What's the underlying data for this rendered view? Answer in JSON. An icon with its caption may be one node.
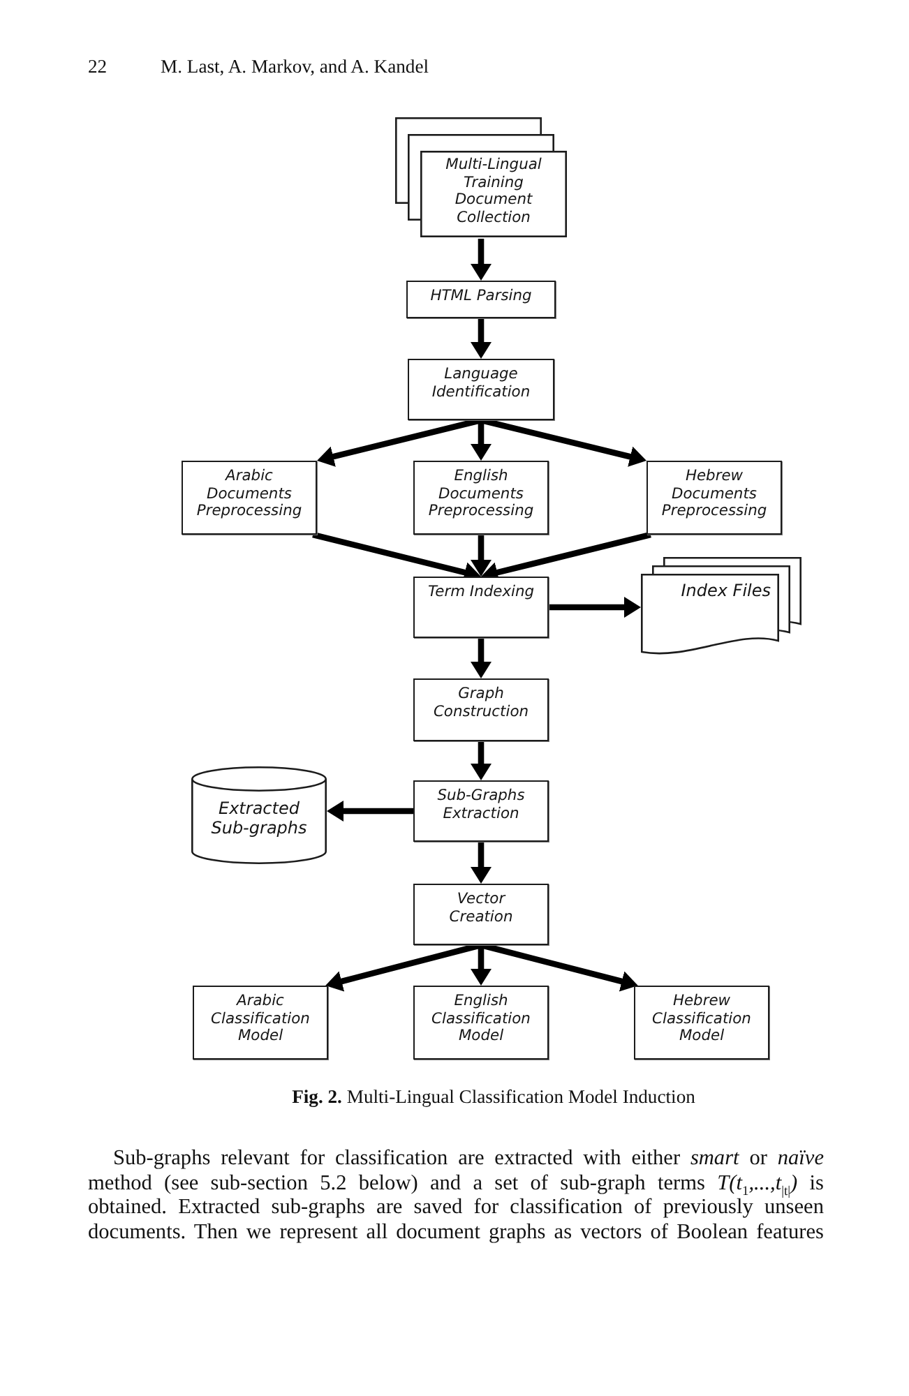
{
  "diagram": {
    "caption": "**Fig. 2.** Multi-Lingual Classification Model Induction",
    "nodes": [
      {
        "text": [
          "Multi-Lingual Training Document Collection"
        ]
      },
      {
        "text": [
          "HTML Parsing"
        ]
      },
      {
        "text": [
          "Language Identification"
        ]
      },
      {
        "text": [
          "Arabic Documents Preprocessing"
        ]
      },
      {
        "text": [
          "English Documents Preprocessing"
        ]
      },
      {
        "text": [
          "Hebrew Documents Preprocessing"
        ]
      },
      {
        "text": [
          "Term Indexing"
        ]
      },
      {
        "text": [
          "Index Files"
        ]
      },
      {
        "text": [
          "Graph Construction"
        ]
      },
      {
        "text": [
          "Extracted Sub-graphs"
        ]
      },
      {
        "text": [
          "Sub-Graphs Extraction"
        ]
      },
      {
        "text": [
          "Vector Creation"
        ]
      },
      {
        "text": [
          "Arabic Classification Model"
        ]
      },
      {
        "text": [
          "English Classification Model"
        ]
      },
      {
        "text": [
          "Hebrew Classification Model"
        ]
      }
    ],
    "edges": [
      {
        "from": 0,
        "to": 1,
        "arrow": "to"
      },
      {
        "from": 1,
        "to": 2,
        "arrow": "to"
      },
      {
        "from": 2,
        "to": 3,
        "arrow": "to"
      },
      {
        "from": 2,
        "to": 4,
        "arrow": "to"
      },
      {
        "from": 2,
        "to": 5,
        "arrow": "to"
      },
      {
        "from": 3,
        "to": 6,
        "arrow": "to"
      },
      {
        "from": 4,
        "to": 6,
        "arrow": "to"
      },
      {
        "from": 5,
        "to": 6,
        "arrow": "to"
      },
      {
        "from": 6,
        "to": 7,
        "arrow": "to"
      },
      {
        "from": 6,
        "to": 8,
        "arrow": "to"
      },
      {
        "from": 8,
        "to": 10,
        "arrow": "to"
      },
      {
        "from": 10,
        "to": 9,
        "arrow": "to"
      },
      {
        "from": 10,
        "to": 11,
        "arrow": "to"
      },
      {
        "from": 11,
        "to": 12,
        "arrow": "to"
      },
      {
        "from": 11,
        "to": 13,
        "arrow": "to"
      },
      {
        "from": 11,
        "to": 14,
        "arrow": "to"
      }
    ],
    "labels": [
      "22",
      "M. Last, A. Markov, and A. Kandel",
      "Sub-graphs relevant for classification are extracted with either *smart* or *naïve* method (see sub-section 5.2 below) and a set of sub-graph terms *T(t*$_{1}$*,...,t*$_{|t|}$*)* is obtained. Extracted sub-graphs are saved for classification of previously unseen documents. Then we represent all document graphs as vectors of Boolean features"
    ]
  }
}
